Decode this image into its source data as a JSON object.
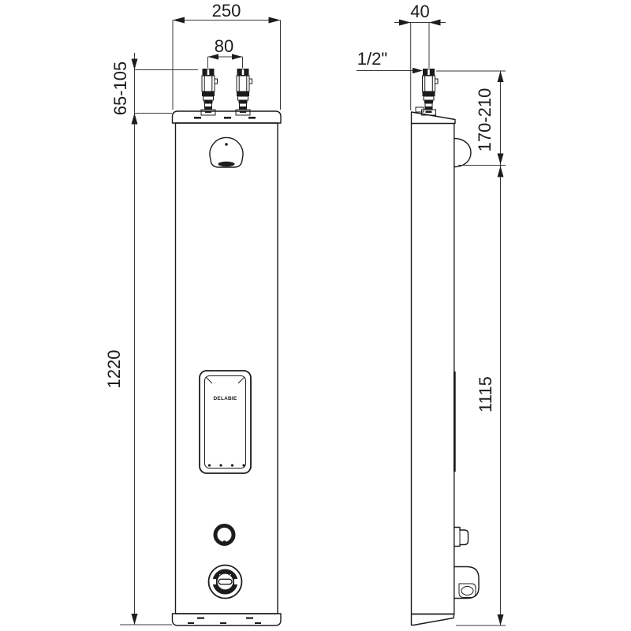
{
  "colors": {
    "line": "#1c1c1c",
    "background": "#ffffff"
  },
  "front_view": {
    "overall_width": "250",
    "inlet_spacing": "80",
    "inlet_height_range": "65-105",
    "overall_height": "1220",
    "logo": "DELABIE"
  },
  "side_view": {
    "wall_to_inlet_depth": "40",
    "inlet_connection": "1/2\"",
    "inlet_to_head_range": "170-210",
    "head_to_base_height": "1115"
  }
}
